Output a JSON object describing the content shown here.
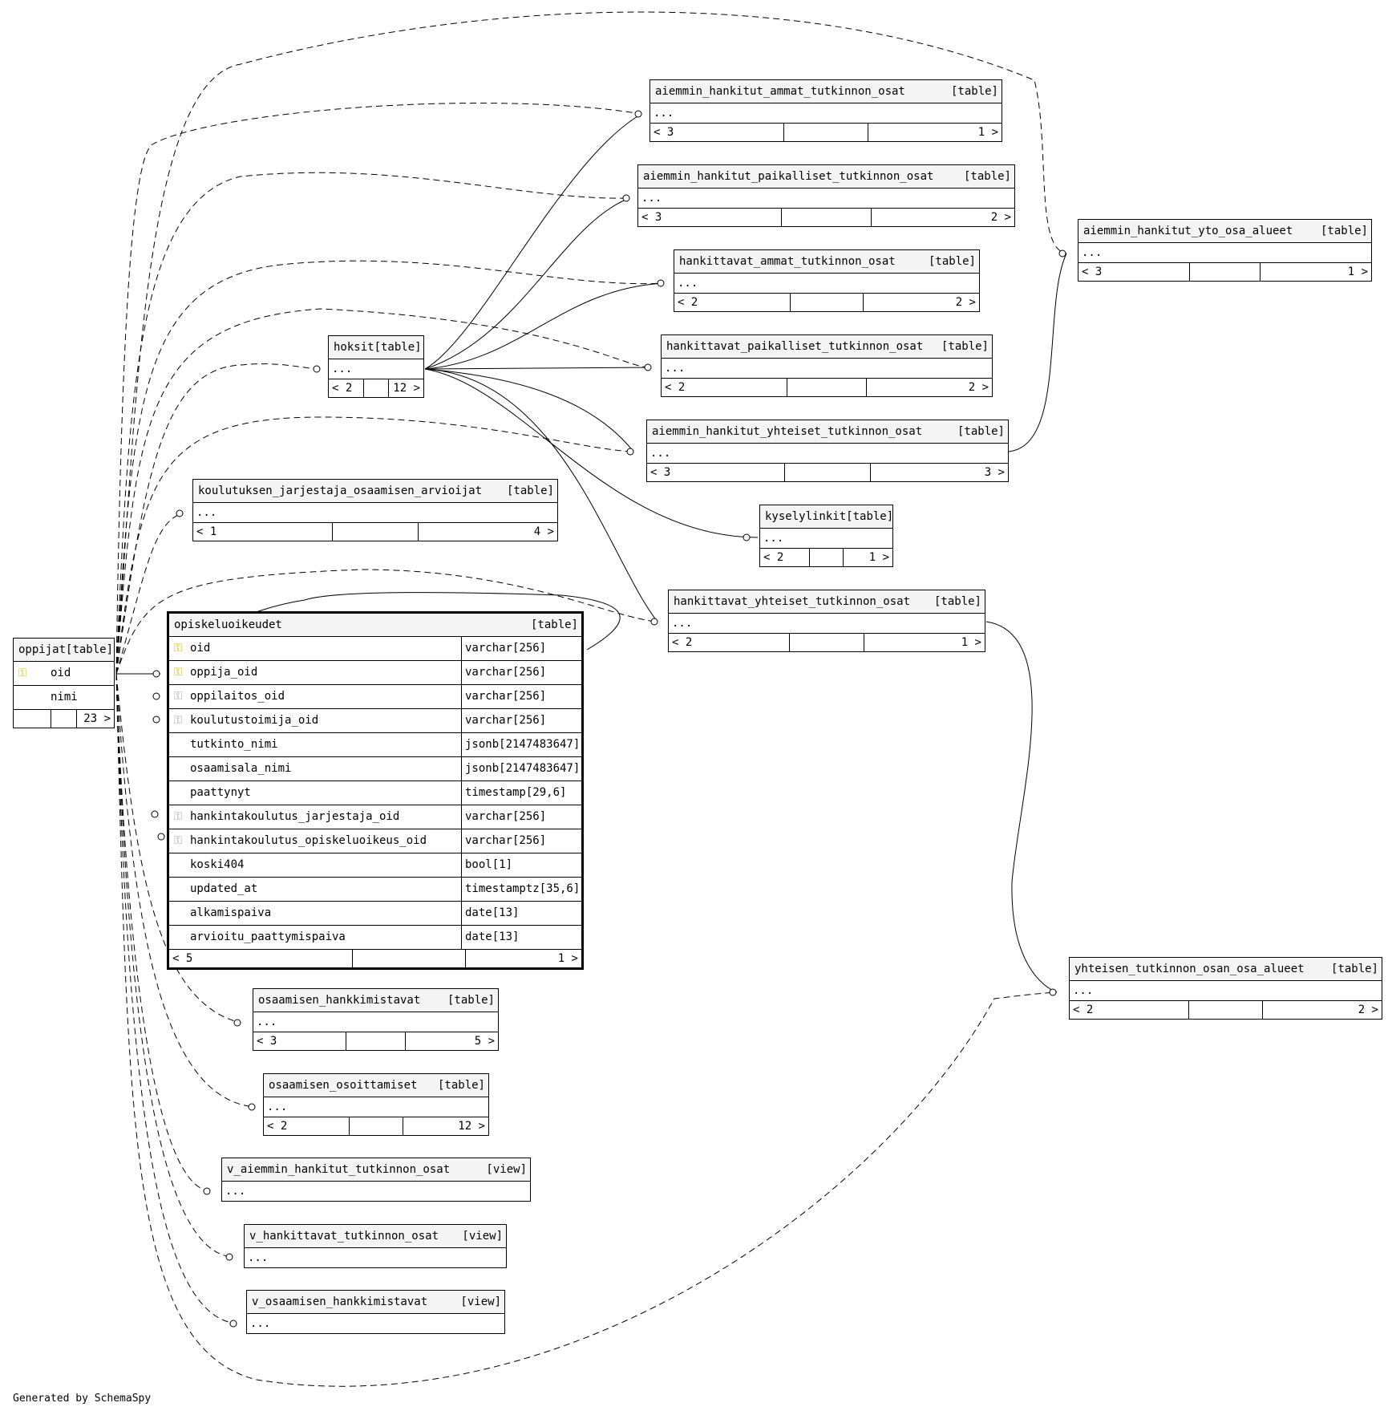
{
  "footer": "Generated by SchemaSpy",
  "icons": {
    "primary_key": "key-icon-yellow",
    "foreign_key": "key-icon-grey"
  },
  "tables": {
    "t1": {
      "name": "aiemmin_hankitut_ammat_tutkinnon_osat",
      "type": "[table]",
      "dots": "...",
      "foot": [
        "< 3",
        "",
        "1 >"
      ]
    },
    "t2": {
      "name": "aiemmin_hankitut_paikalliset_tutkinnon_osat",
      "type": "[table]",
      "dots": "...",
      "foot": [
        "< 3",
        "",
        "2 >"
      ]
    },
    "t3": {
      "name": "hankittavat_ammat_tutkinnon_osat",
      "type": "[table]",
      "dots": "...",
      "foot": [
        "< 2",
        "",
        "2 >"
      ]
    },
    "t4": {
      "name": "hankittavat_paikalliset_tutkinnon_osat",
      "type": "[table]",
      "dots": "...",
      "foot": [
        "< 2",
        "",
        "2 >"
      ]
    },
    "t5": {
      "name": "aiemmin_hankitut_yhteiset_tutkinnon_osat",
      "type": "[table]",
      "dots": "...",
      "foot": [
        "< 3",
        "",
        "3 >"
      ]
    },
    "t6": {
      "name": "kyselylinkit",
      "type": "[table]",
      "dots": "...",
      "foot": [
        "< 2",
        "",
        "1 >"
      ]
    },
    "t7": {
      "name": "hankittavat_yhteiset_tutkinnon_osat",
      "type": "[table]",
      "dots": "...",
      "foot": [
        "< 2",
        "",
        "1 >"
      ]
    },
    "t8": {
      "name": "aiemmin_hankitut_yto_osa_alueet",
      "type": "[table]",
      "dots": "...",
      "foot": [
        "< 3",
        "",
        "1 >"
      ]
    },
    "t9": {
      "name": "yhteisen_tutkinnon_osan_osa_alueet",
      "type": "[table]",
      "dots": "...",
      "foot": [
        "< 2",
        "",
        "2 >"
      ]
    },
    "hoksit": {
      "name": "hoksit",
      "type": "[table]",
      "dots": "...",
      "foot": [
        "< 2",
        "",
        "12 >"
      ]
    },
    "t10": {
      "name": "koulutuksen_jarjestaja_osaamisen_arvioijat",
      "type": "[table]",
      "dots": "...",
      "foot": [
        "< 1",
        "",
        "4 >"
      ]
    },
    "t11": {
      "name": "osaamisen_hankkimistavat",
      "type": "[table]",
      "dots": "...",
      "foot": [
        "< 3",
        "",
        "5 >"
      ]
    },
    "t12": {
      "name": "osaamisen_osoittamiset",
      "type": "[table]",
      "dots": "...",
      "foot": [
        "< 2",
        "",
        "12 >"
      ]
    },
    "v1": {
      "name": "v_aiemmin_hankitut_tutkinnon_osat",
      "type": "[view]",
      "dots": "..."
    },
    "v2": {
      "name": "v_hankittavat_tutkinnon_osat",
      "type": "[view]",
      "dots": "..."
    },
    "v3": {
      "name": "v_osaamisen_hankkimistavat",
      "type": "[view]",
      "dots": "..."
    },
    "oppijat": {
      "name": "oppijat",
      "type": "[table]",
      "cols": [
        "oid",
        "nimi"
      ],
      "foot": [
        "",
        "",
        "23 >"
      ]
    },
    "opiskeluoikeudet": {
      "name": "opiskeluoikeudet",
      "type": "[table]",
      "cols": [
        {
          "name": "oid",
          "type": "varchar[256]",
          "key": "pk"
        },
        {
          "name": "oppija_oid",
          "type": "varchar[256]",
          "key": "pk"
        },
        {
          "name": "oppilaitos_oid",
          "type": "varchar[256]",
          "key": "fk"
        },
        {
          "name": "koulutustoimija_oid",
          "type": "varchar[256]",
          "key": "fk"
        },
        {
          "name": "tutkinto_nimi",
          "type": "jsonb[2147483647]",
          "key": ""
        },
        {
          "name": "osaamisala_nimi",
          "type": "jsonb[2147483647]",
          "key": ""
        },
        {
          "name": "paattynyt",
          "type": "timestamp[29,6]",
          "key": ""
        },
        {
          "name": "hankintakoulutus_jarjestaja_oid",
          "type": "varchar[256]",
          "key": "fk"
        },
        {
          "name": "hankintakoulutus_opiskeluoikeus_oid",
          "type": "varchar[256]",
          "key": "fk"
        },
        {
          "name": "koski404",
          "type": "bool[1]",
          "key": ""
        },
        {
          "name": "updated_at",
          "type": "timestamptz[35,6]",
          "key": ""
        },
        {
          "name": "alkamispaiva",
          "type": "date[13]",
          "key": ""
        },
        {
          "name": "arvioitu_paattymispaiva",
          "type": "date[13]",
          "key": ""
        }
      ],
      "foot": [
        "< 5",
        "",
        "1 >"
      ]
    }
  }
}
